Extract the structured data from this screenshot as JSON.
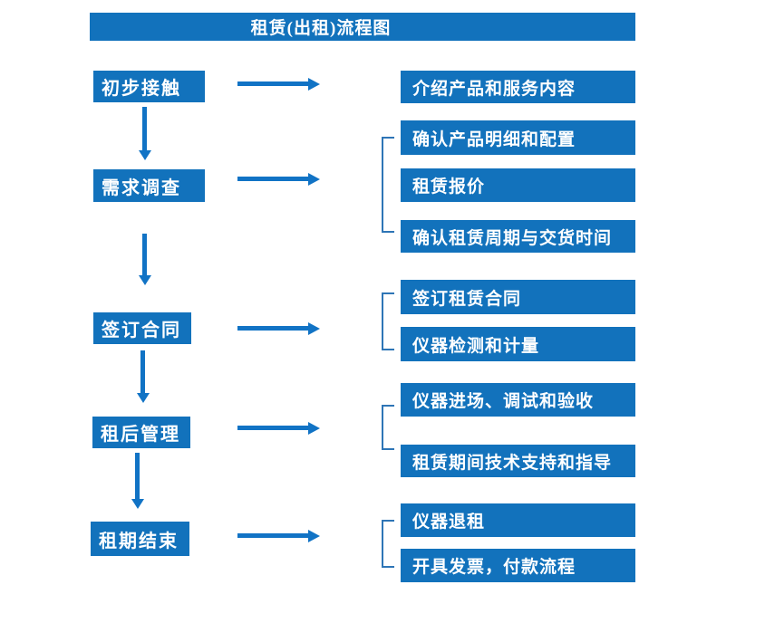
{
  "title": "租赁(出租)流程图",
  "colors": {
    "box_blue": "#1272bc",
    "arrow_blue": "#1173c5",
    "bracket_blue": "#2e75b6",
    "box_text": "#ffffff",
    "background": "#ffffff"
  },
  "steps": [
    {
      "label": "初步接触",
      "details": [
        "介绍产品和服务内容"
      ]
    },
    {
      "label": "需求调查",
      "details": [
        "确认产品明细和配置",
        "租赁报价",
        "确认租赁周期与交货时间"
      ]
    },
    {
      "label": "签订合同",
      "details": [
        "签订租赁合同",
        "仪器检测和计量"
      ]
    },
    {
      "label": "租后管理",
      "details": [
        "仪器进场、调试和验收",
        "租赁期间技术支持和指导"
      ]
    },
    {
      "label": "租期结束",
      "details": [
        "仪器退租",
        "开具发票，付款流程"
      ]
    }
  ]
}
